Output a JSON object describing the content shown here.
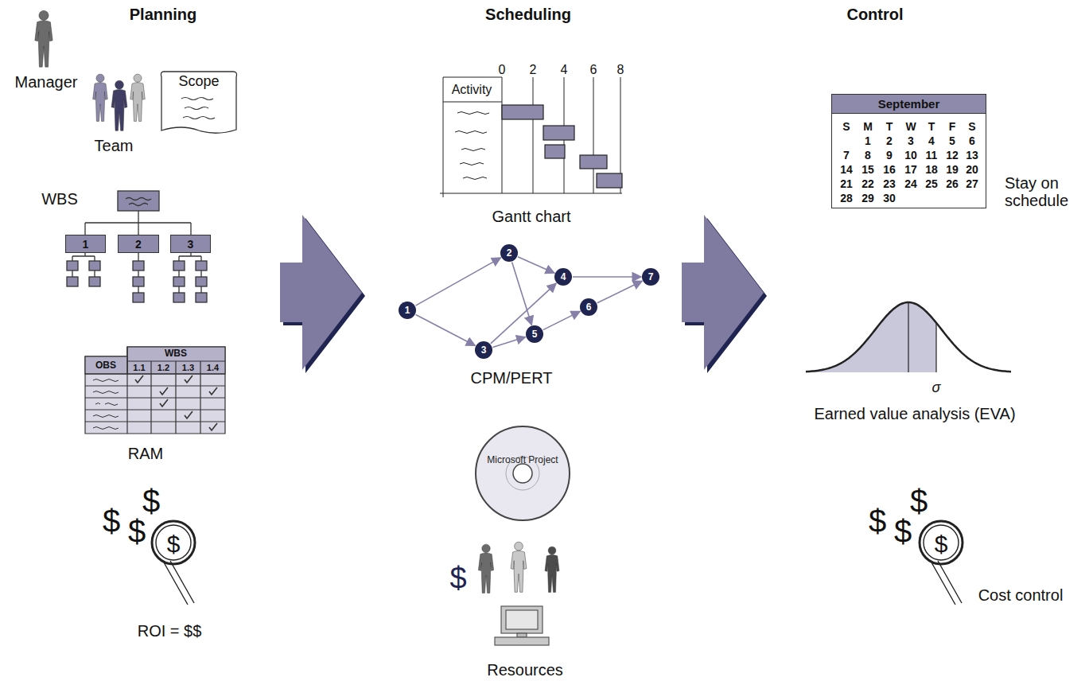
{
  "diagram": {
    "nodes": [
      {
        "text": [
          "Scope"
        ]
      },
      {
        "text": [
          "1"
        ]
      },
      {
        "text": [
          "2"
        ]
      },
      {
        "text": [
          "3"
        ]
      },
      {
        "text": [
          "1"
        ]
      },
      {
        "text": [
          "2"
        ]
      },
      {
        "text": [
          "3"
        ]
      },
      {
        "text": [
          "4"
        ]
      },
      {
        "text": [
          "5"
        ]
      },
      {
        "text": [
          "6"
        ]
      },
      {
        "text": [
          "7"
        ]
      },
      {
        "text": [
          "Microsoft Project"
        ]
      },
      {
        "text": [
          "September"
        ]
      }
    ],
    "edges": [
      {
        "from": 4,
        "to": 5,
        "arrow": "to"
      },
      {
        "from": 4,
        "to": 6,
        "arrow": "to"
      },
      {
        "from": 5,
        "to": 7,
        "arrow": "to"
      },
      {
        "from": 5,
        "to": 8,
        "arrow": "to"
      },
      {
        "from": 6,
        "to": 7,
        "arrow": "to"
      },
      {
        "from": 6,
        "to": 8,
        "arrow": "to"
      },
      {
        "from": 8,
        "to": 9,
        "arrow": "to"
      },
      {
        "from": 7,
        "to": 10,
        "arrow": "to"
      },
      {
        "from": 9,
        "to": 10,
        "arrow": "to"
      }
    ],
    "labels": [
      "Planning",
      "Scheduling",
      "Control",
      "Manager",
      "Team",
      "WBS",
      "OBS",
      "WBS",
      "1.1",
      "1.2",
      "1.3",
      "1.4",
      "RAM",
      "$",
      "$",
      "$",
      "$",
      "ROI = $$",
      "Activity",
      "0",
      "2",
      "4",
      "6",
      "8",
      "Gantt chart",
      "CPM/PERT",
      "$",
      "Resources",
      "S",
      "M",
      "T",
      "W",
      "T",
      "F",
      "S",
      "1",
      "2",
      "3",
      "4",
      "5",
      "6",
      "7",
      "8",
      "9",
      "10",
      "11",
      "12",
      "13",
      "14",
      "15",
      "16",
      "17",
      "18",
      "19",
      "20",
      "21",
      "22",
      "23",
      "24",
      "25",
      "26",
      "27",
      "28",
      "29",
      "30",
      "Stay on schedule",
      "σ",
      "Earned value analysis (EVA)",
      "$",
      "$",
      "$",
      "$",
      "Cost control"
    ]
  }
}
